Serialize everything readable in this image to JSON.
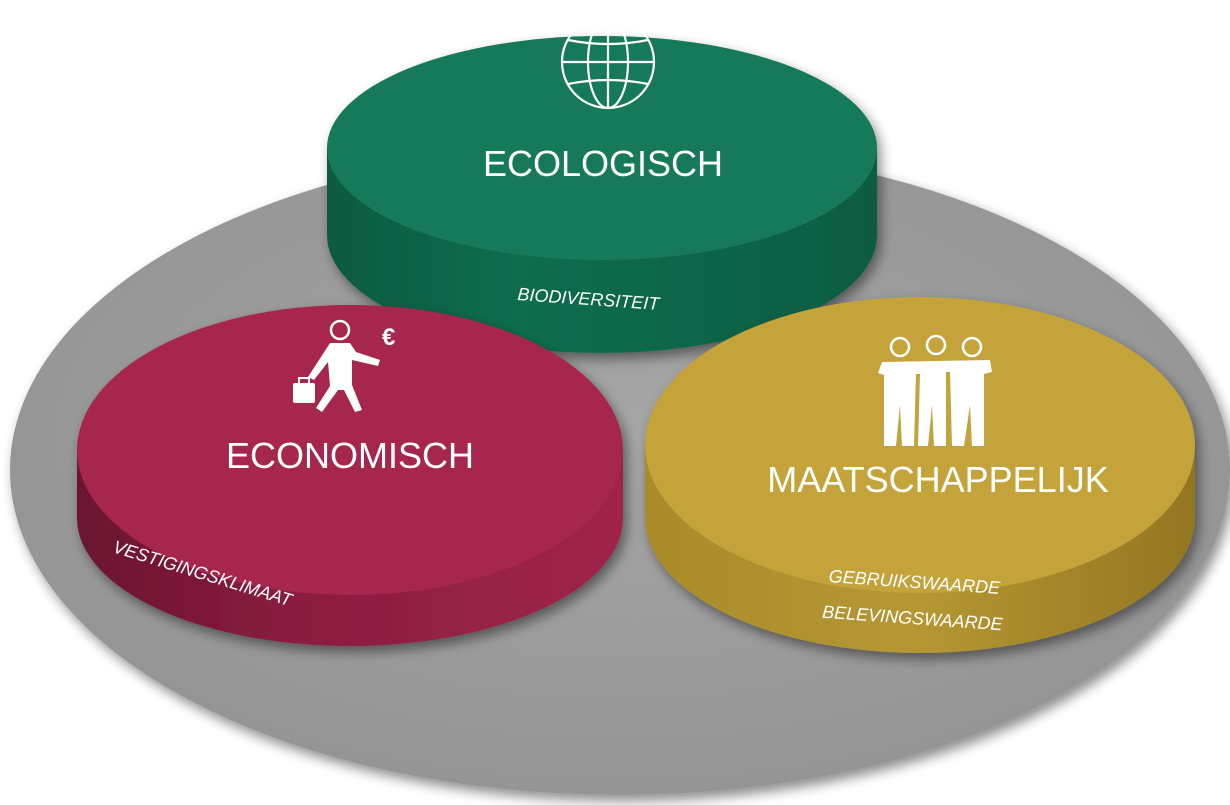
{
  "colors": {
    "background": "#ffffff",
    "base_disc": "#9d9d9d",
    "ecological_top": "#157a5a",
    "ecological_side": "#0d5e44",
    "economic_top": "#a7264d",
    "economic_side": "#7e1838",
    "social_top": "#c4a33a",
    "social_side": "#9e8227",
    "text": "#ffffff"
  },
  "pillars": {
    "ecological": {
      "title": "ECOLOGISCH",
      "subtitle": "BIODIVERSITEIT",
      "icon": "globe-icon"
    },
    "economic": {
      "title": "ECONOMISCH",
      "subtitle": "VESTIGINGSKLIMAAT",
      "icon": "businessman-euro-icon",
      "icon_symbol": "€"
    },
    "social": {
      "title": "MAATSCHAPPELIJK",
      "subtitle_line1": "GEBRUIKSWAARDE",
      "subtitle_line2": "BELEVINGSWAARDE",
      "icon": "people-group-icon"
    }
  }
}
